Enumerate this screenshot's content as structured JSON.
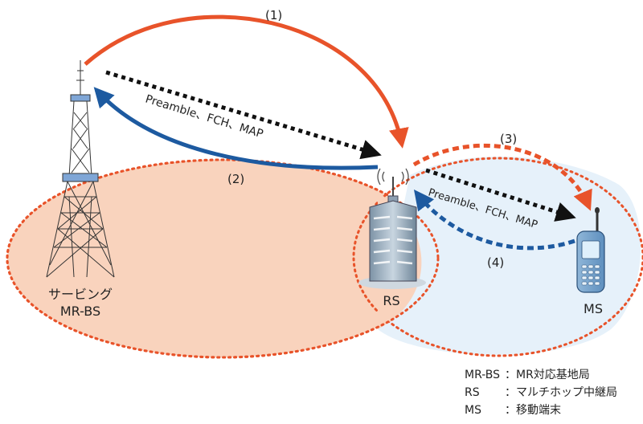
{
  "arrows": {
    "step1": "(1)",
    "step2": "(2)",
    "step3": "(3)",
    "step4": "(4)",
    "downlink_top": "Preamble、FCH、MAP",
    "downlink_right": "Preamble、FCH、MAP"
  },
  "nodes": {
    "bs_line1": "サービング",
    "bs_line2": "MR-BS",
    "rs": "RS",
    "ms": "MS"
  },
  "legend": {
    "items": [
      {
        "term": "MR-BS",
        "desc": "：MR対応基地局"
      },
      {
        "term": "RS",
        "desc": "：マルチホップ中継局"
      },
      {
        "term": "MS",
        "desc": "：移動端末"
      }
    ]
  },
  "colors": {
    "orange": "#e8532a",
    "blue": "#1d5aa0",
    "black": "#111111",
    "bs_area": "#f9d3bd",
    "rs_area": "#e6f1fa"
  }
}
